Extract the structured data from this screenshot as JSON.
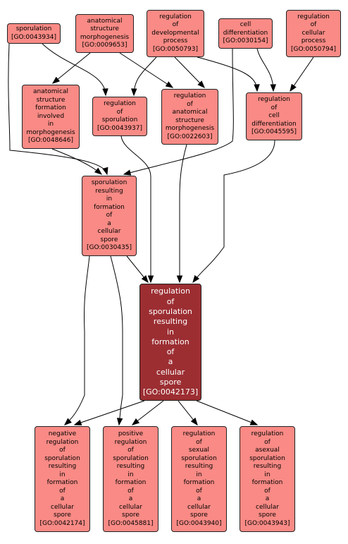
{
  "nodes": {
    "sporulation": {
      "name": "sporulation",
      "id": "[GO:0043934]"
    },
    "asm": {
      "name": "anatomical\nstructure\nmorphogenesis",
      "id": "[GO:0009653]"
    },
    "rdp": {
      "name": "regulation\nof\ndevelopmental\nprocess",
      "id": "[GO:0050793]"
    },
    "celldiff": {
      "name": "cell\ndifferentiation",
      "id": "[GO:0030154]"
    },
    "rcp": {
      "name": "regulation\nof\ncellular\nprocess",
      "id": "[GO:0050794]"
    },
    "asfim": {
      "name": "anatomical\nstructure\nformation\ninvolved\nin\nmorphogenesis",
      "id": "[GO:0048646]"
    },
    "rspor": {
      "name": "regulation\nof\nsporulation",
      "id": "[GO:0043937]"
    },
    "rasm": {
      "name": "regulation\nof\nanatomical\nstructure\nmorphogenesis",
      "id": "[GO:0022603]"
    },
    "rcd": {
      "name": "regulation\nof\ncell\ndifferentiation",
      "id": "[GO:0045595]"
    },
    "srfcs": {
      "name": "sporulation\nresulting\nin\nformation\nof\na\ncellular\nspore",
      "id": "[GO:0030435]"
    },
    "focus": {
      "name": "regulation\nof\nsporulation\nresulting\nin\nformation\nof\na\ncellular\nspore",
      "id": "[GO:0042173]"
    },
    "neg": {
      "name": "negative\nregulation\nof\nsporulation\nresulting\nin\nformation\nof\na\ncellular\nspore",
      "id": "[GO:0042174]"
    },
    "pos": {
      "name": "positive\nregulation\nof\nsporulation\nresulting\nin\nformation\nof\na\ncellular\nspore",
      "id": "[GO:0045881]"
    },
    "sex": {
      "name": "regulation\nof\nsexual\nsporulation\nresulting\nin\nformation\nof\na\ncellular\nspore",
      "id": "[GO:0043940]"
    },
    "asex": {
      "name": "regulation\nof\nasexual\nsporulation\nresulting\nin\nformation\nof\na\ncellular\nspore",
      "id": "[GO:0043943]"
    }
  },
  "edges": [
    [
      "sporulation",
      "rspor"
    ],
    [
      "sporulation",
      "srfcs"
    ],
    [
      "asm",
      "asfim"
    ],
    [
      "asm",
      "rasm"
    ],
    [
      "rdp",
      "rspor"
    ],
    [
      "rdp",
      "rasm"
    ],
    [
      "rdp",
      "rcd"
    ],
    [
      "celldiff",
      "rcd"
    ],
    [
      "celldiff",
      "srfcs"
    ],
    [
      "rcp",
      "rcd"
    ],
    [
      "asfim",
      "srfcs"
    ],
    [
      "rspor",
      "focus"
    ],
    [
      "rasm",
      "focus"
    ],
    [
      "rcd",
      "focus"
    ],
    [
      "srfcs",
      "focus"
    ],
    [
      "srfcs",
      "neg"
    ],
    [
      "srfcs",
      "pos"
    ],
    [
      "focus",
      "neg"
    ],
    [
      "focus",
      "pos"
    ],
    [
      "focus",
      "sex"
    ],
    [
      "focus",
      "asex"
    ]
  ]
}
